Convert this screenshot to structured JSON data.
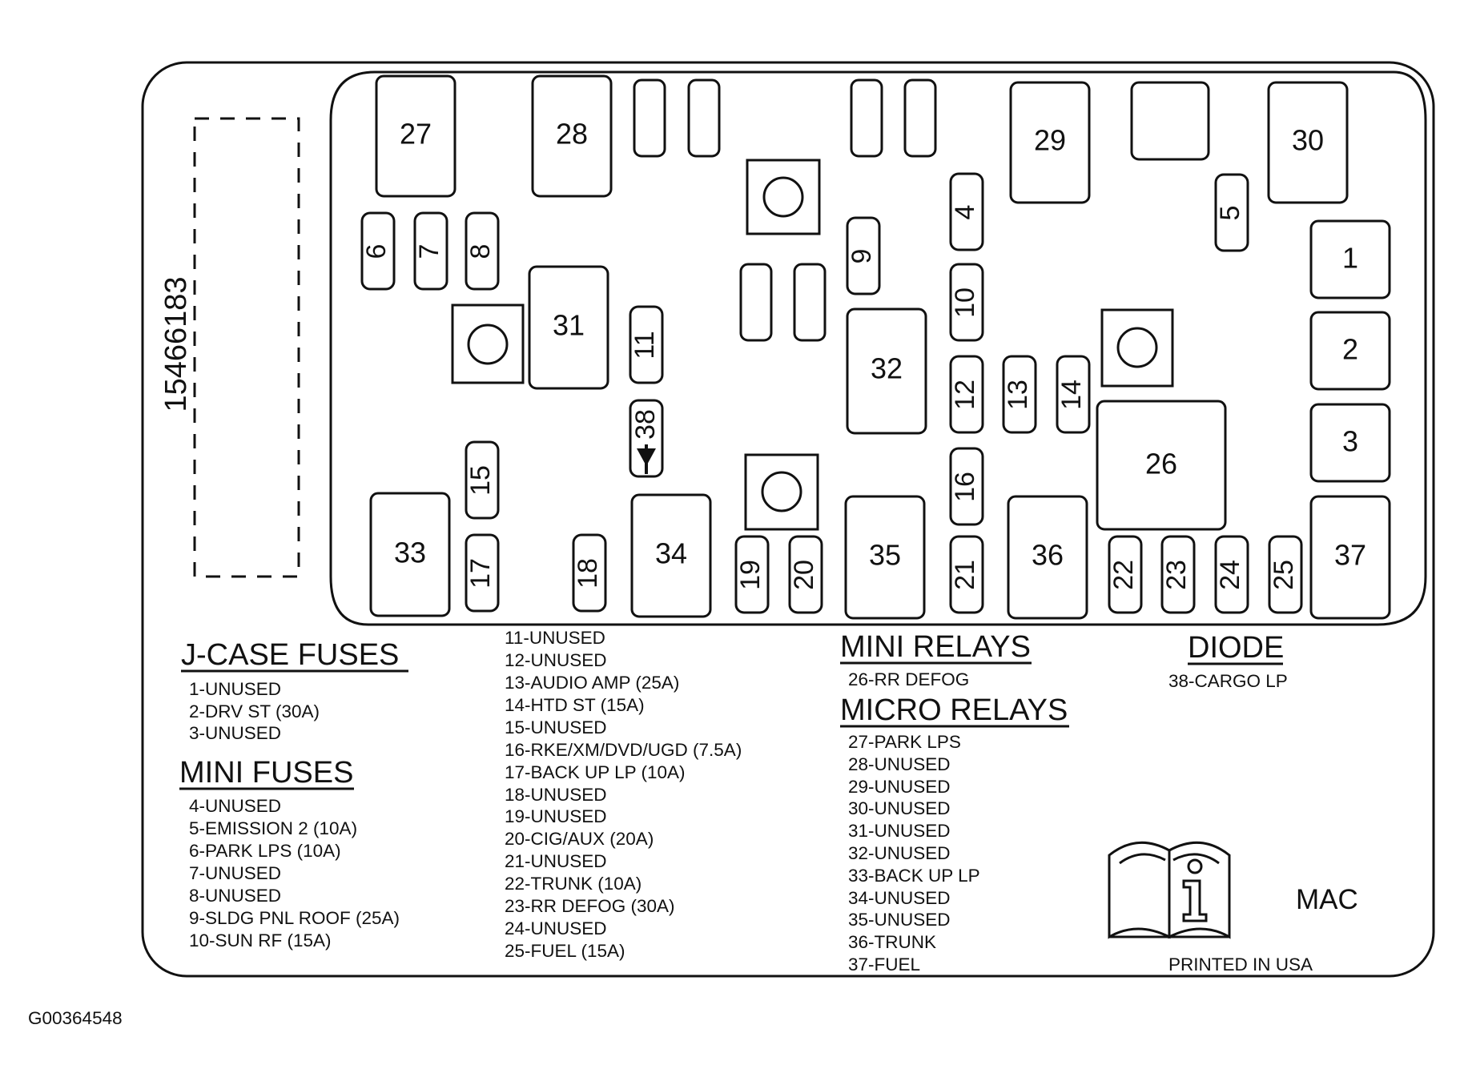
{
  "part_number": "15466183",
  "figure_id": "G00364548",
  "maker_mark": "MAC",
  "printed_note": "PRINTED IN USA",
  "info_icon": "manual-info-icon",
  "relays": [
    "27",
    "28",
    "29",
    "30",
    "31",
    "32",
    "33",
    "34",
    "35",
    "36",
    "37",
    "26",
    "1",
    "2",
    "3"
  ],
  "fuses": [
    "4",
    "5",
    "6",
    "7",
    "8",
    "9",
    "10",
    "11",
    "12",
    "13",
    "14",
    "15",
    "16",
    "17",
    "18",
    "19",
    "20",
    "21",
    "22",
    "23",
    "24",
    "25"
  ],
  "diode": "38",
  "legend": {
    "jcase": {
      "title": "J-CASE FUSES",
      "items": [
        "1-UNUSED",
        "2-DRV ST (30A)",
        "3-UNUSED"
      ]
    },
    "mini_fuses": {
      "title": "MINI FUSES",
      "items": [
        "4-UNUSED",
        "5-EMISSION 2 (10A)",
        "6-PARK LPS (10A)",
        "7-UNUSED",
        "8-UNUSED",
        "9-SLDG PNL ROOF (25A)",
        "10-SUN RF (15A)"
      ]
    },
    "fuses_cont": {
      "items": [
        "11-UNUSED",
        "12-UNUSED",
        "13-AUDIO AMP (25A)",
        "14-HTD ST (15A)",
        "15-UNUSED",
        "16-RKE/XM/DVD/UGD (7.5A)",
        "17-BACK UP LP (10A)",
        "18-UNUSED",
        "19-UNUSED",
        "20-CIG/AUX (20A)",
        "21-UNUSED",
        "22-TRUNK (10A)",
        "23-RR DEFOG (30A)",
        "24-UNUSED",
        "25-FUEL (15A)"
      ]
    },
    "mini_relays": {
      "title": "MINI RELAYS",
      "items": [
        "26-RR DEFOG"
      ]
    },
    "micro_relays": {
      "title": "MICRO RELAYS",
      "items": [
        "27-PARK LPS",
        "28-UNUSED",
        "29-UNUSED",
        "30-UNUSED",
        "31-UNUSED",
        "32-UNUSED",
        "33-BACK UP LP",
        "34-UNUSED",
        "35-UNUSED",
        "36-TRUNK",
        "37-FUEL"
      ]
    },
    "diode": {
      "title": "DIODE",
      "items": [
        "38-CARGO LP"
      ]
    }
  }
}
